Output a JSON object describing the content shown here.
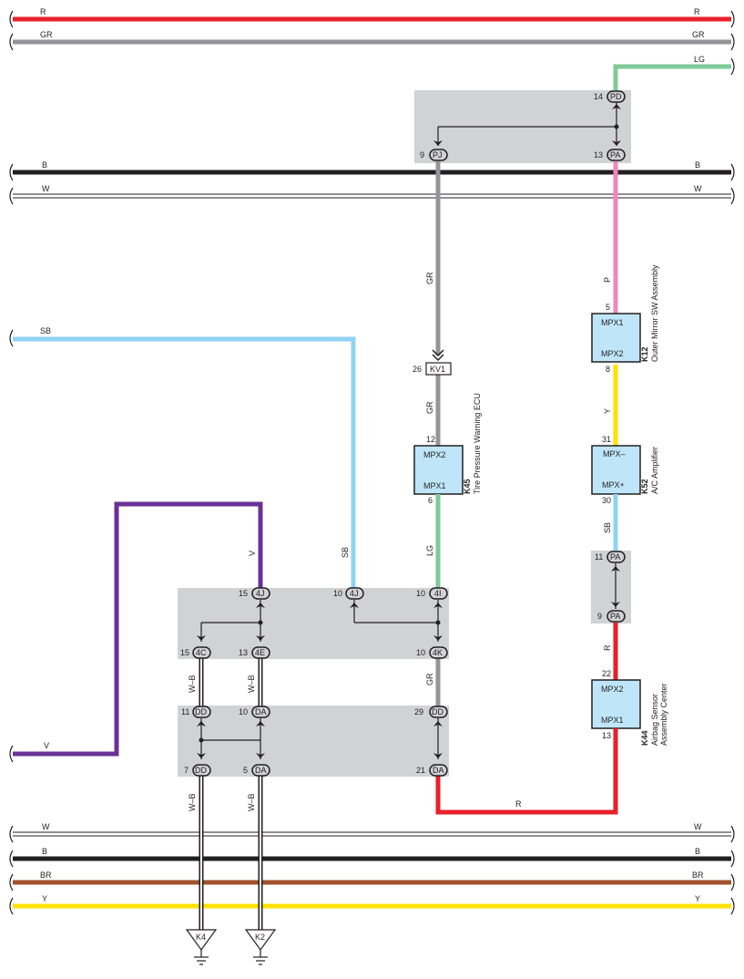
{
  "bus_wires": {
    "r": {
      "left": "R",
      "right": "R",
      "color": "#e8202a"
    },
    "gr": {
      "left": "GR",
      "right": "GR",
      "color": "#949598"
    },
    "b_top": {
      "left": "B",
      "right": "B",
      "color": "#231f20"
    },
    "w_top": {
      "left": "W",
      "right": "W",
      "color": "#ffffff"
    },
    "w_bottom": {
      "left": "W",
      "right": "W",
      "color": "#ffffff"
    },
    "b_bottom": {
      "left": "B",
      "right": "B",
      "color": "#231f20"
    },
    "br": {
      "left": "BR",
      "right": "BR",
      "color": "#a0522d"
    },
    "y": {
      "left": "Y",
      "right": "Y",
      "color": "#ffe000"
    }
  },
  "wire_labels": {
    "lg_top": "LG",
    "sb_left": "SB",
    "v_bottom_left": "V",
    "gr_mid": "GR",
    "gr_below_kv1": "GR",
    "lg_mid": "LG",
    "sb_vertical": "SB",
    "v_vertical": "V",
    "p": "P",
    "y_mid": "Y",
    "sb_right": "SB",
    "r_right": "R",
    "gr_lower": "GR",
    "wb_1": "W–B",
    "wb_2": "W–B",
    "wb_3": "W–B",
    "wb_4": "W–B",
    "r_bottom": "R"
  },
  "junction_top": {
    "pd": {
      "pin": "14",
      "code": "PD"
    },
    "pj": {
      "pin": "9",
      "code": "PJ"
    },
    "pa": {
      "pin": "13",
      "code": "PA"
    }
  },
  "connector_kv1": {
    "pin": "26",
    "code": "KV1"
  },
  "ecu_k45": {
    "code": "K45",
    "name": "Tire Pressure Warning ECU",
    "terminal_top": "MPX2",
    "terminal_bottom": "MPX1",
    "pin_top": "12",
    "pin_bottom": "6"
  },
  "ecu_k12": {
    "code": "K12",
    "name": "Outer Mirror SW Assembly",
    "terminal_top": "MPX1",
    "terminal_bottom": "MPX2",
    "pin_top": "5",
    "pin_bottom": "8"
  },
  "ecu_k52": {
    "code": "K52",
    "name": "A/C Amplifier",
    "terminal_top": "MPX–",
    "terminal_bottom": "MPX+",
    "pin_top": "31",
    "pin_bottom": "30"
  },
  "ecu_k44": {
    "code": "K44",
    "name_line1": "Airbag Sensor",
    "name_line2": "Assembly Center",
    "terminal_top": "MPX2",
    "terminal_bottom": "MPX1",
    "pin_top": "22",
    "pin_bottom": "13"
  },
  "junction_pa_right": {
    "top": {
      "pin": "11",
      "code": "PA"
    },
    "bottom": {
      "pin": "9",
      "code": "PA"
    }
  },
  "junction_4": {
    "4j_a": {
      "pin": "15",
      "code": "4J"
    },
    "4j_b": {
      "pin": "10",
      "code": "4J"
    },
    "4i": {
      "pin": "10",
      "code": "4I"
    },
    "4c": {
      "pin": "15",
      "code": "4C"
    },
    "4e": {
      "pin": "13",
      "code": "4E"
    },
    "4k": {
      "pin": "10",
      "code": "4K"
    }
  },
  "junction_d": {
    "dd_top": {
      "pin": "11",
      "code": "DD"
    },
    "da_top": {
      "pin": "10",
      "code": "DA"
    },
    "dd_right": {
      "pin": "29",
      "code": "DD"
    },
    "dd_bottom": {
      "pin": "7",
      "code": "DD"
    },
    "da_bottom": {
      "pin": "5",
      "code": "DA"
    },
    "da_right": {
      "pin": "21",
      "code": "DA"
    }
  },
  "grounds": {
    "k4": "K4",
    "k2": "K2"
  }
}
